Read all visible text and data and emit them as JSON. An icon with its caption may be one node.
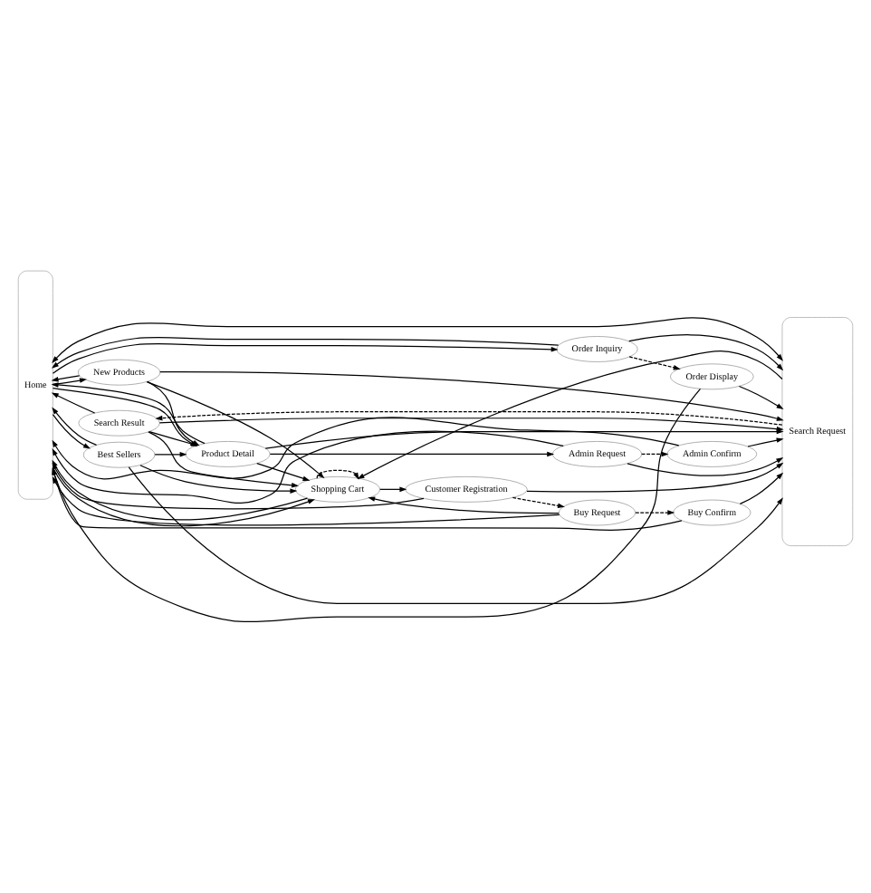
{
  "diagram": {
    "nodes": [
      {
        "text": [
          "Home"
        ]
      },
      {
        "text": [
          "Search Request"
        ]
      },
      {
        "text": [
          "Search Result"
        ]
      },
      {
        "text": [
          "Admin Confirm"
        ]
      },
      {
        "text": [
          "Admin Request"
        ]
      },
      {
        "text": [
          "Product Detail"
        ]
      },
      {
        "text": [
          "New Products"
        ]
      },
      {
        "text": [
          "Best Sellers"
        ]
      },
      {
        "text": [
          "Shopping Cart"
        ]
      },
      {
        "text": [
          "Customer Registration"
        ]
      },
      {
        "text": [
          "Buy Request"
        ]
      },
      {
        "text": [
          "Buy Confirm"
        ]
      },
      {
        "text": [
          "Order Inquiry"
        ]
      },
      {
        "text": [
          "Order Display"
        ]
      }
    ],
    "edges": [
      {
        "from": 2,
        "to": 0,
        "arrow": "to"
      },
      {
        "from": 1,
        "to": 2,
        "arrow": "to",
        "style": "dashed"
      },
      {
        "from": 2,
        "to": 1,
        "arrow": "to"
      },
      {
        "from": 3,
        "to": 0,
        "arrow": "to"
      },
      {
        "from": 3,
        "to": 1,
        "arrow": "to"
      },
      {
        "from": 4,
        "to": 3,
        "arrow": "to",
        "style": "dashed"
      },
      {
        "from": 4,
        "to": 0,
        "arrow": "to"
      },
      {
        "from": 4,
        "to": 1,
        "arrow": "to"
      },
      {
        "from": 5,
        "to": 4,
        "arrow": "to"
      },
      {
        "from": 2,
        "to": 5,
        "arrow": "to"
      },
      {
        "from": 2,
        "to": 8,
        "arrow": "to"
      },
      {
        "from": 0,
        "to": 5,
        "arrow": "to"
      },
      {
        "from": 5,
        "to": 0,
        "arrow": "to"
      },
      {
        "from": 5,
        "to": 1,
        "arrow": "to"
      },
      {
        "from": 6,
        "to": 5,
        "arrow": "to"
      },
      {
        "from": 7,
        "to": 5,
        "arrow": "to"
      },
      {
        "from": 5,
        "to": 8,
        "arrow": "to"
      },
      {
        "from": 0,
        "to": 6,
        "arrow": "to"
      },
      {
        "from": 6,
        "to": 0,
        "arrow": "to"
      },
      {
        "from": 6,
        "to": 1,
        "arrow": "to"
      },
      {
        "from": 6,
        "to": 8,
        "arrow": "to"
      },
      {
        "from": 0,
        "to": 7,
        "arrow": "to"
      },
      {
        "from": 7,
        "to": 0,
        "arrow": "to"
      },
      {
        "from": 7,
        "to": 1,
        "arrow": "to"
      },
      {
        "from": 7,
        "to": 8,
        "arrow": "to"
      },
      {
        "from": 8,
        "to": 8,
        "arrow": "to",
        "style": "dashed"
      },
      {
        "from": 0,
        "to": 8,
        "arrow": "to"
      },
      {
        "from": 8,
        "to": 0,
        "arrow": "to"
      },
      {
        "from": 1,
        "to": 8,
        "arrow": "to"
      },
      {
        "from": 8,
        "to": 9,
        "arrow": "to"
      },
      {
        "from": 9,
        "to": 0,
        "arrow": "to"
      },
      {
        "from": 9,
        "to": 1,
        "arrow": "to"
      },
      {
        "from": 10,
        "to": 8,
        "arrow": "to"
      },
      {
        "from": 9,
        "to": 10,
        "arrow": "to",
        "style": "dashed"
      },
      {
        "from": 10,
        "to": 0,
        "arrow": "to"
      },
      {
        "from": 10,
        "to": 11,
        "arrow": "to",
        "style": "dashed"
      },
      {
        "from": 11,
        "to": 0,
        "arrow": "to"
      },
      {
        "from": 11,
        "to": 1,
        "arrow": "to"
      },
      {
        "from": 0,
        "to": 12,
        "arrow": "to"
      },
      {
        "from": 12,
        "to": 0,
        "arrow": "to"
      },
      {
        "from": 12,
        "to": 1,
        "arrow": "to"
      },
      {
        "from": 12,
        "to": 13,
        "arrow": "to",
        "style": "dashed"
      },
      {
        "from": 13,
        "to": 0,
        "arrow": "to"
      },
      {
        "from": 13,
        "to": 1,
        "arrow": "to"
      },
      {
        "from": 0,
        "to": 1,
        "arrow": "both"
      }
    ]
  }
}
